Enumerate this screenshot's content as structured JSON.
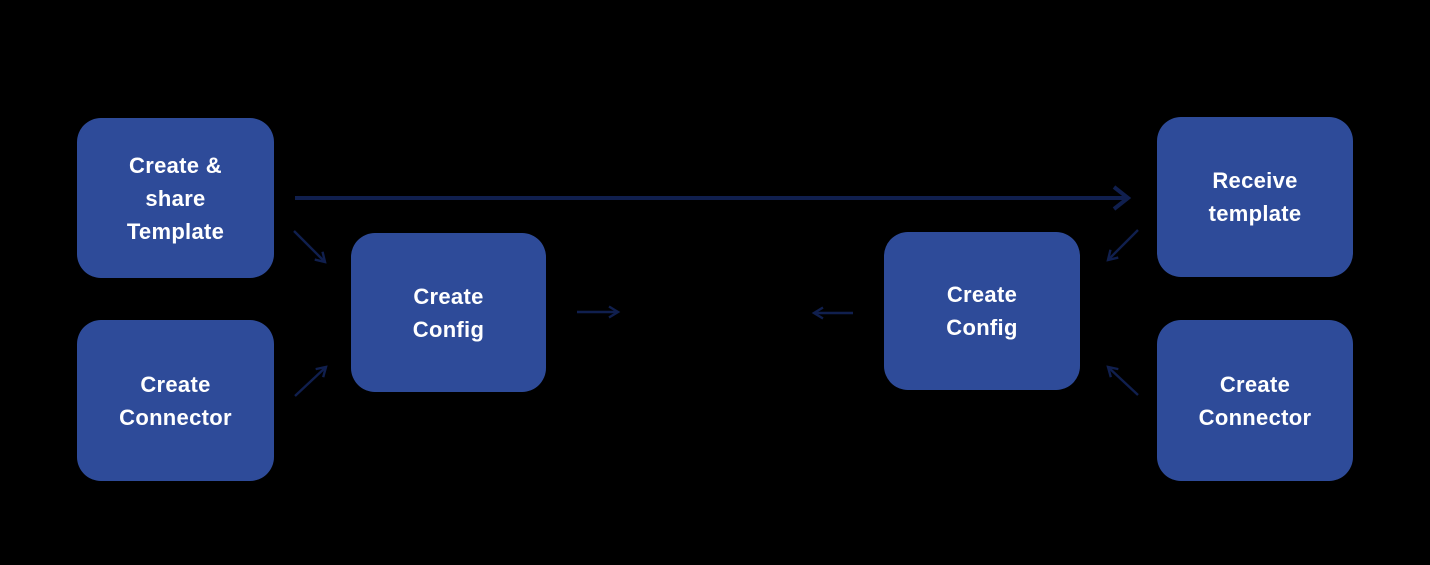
{
  "diagram": {
    "colors": {
      "background": "#000000",
      "node_fill": "#2E4B99",
      "node_text": "#FFFFFF",
      "arrow": "#101F4E"
    },
    "nodes": [
      {
        "id": "create-share-template",
        "lines": [
          "Create &",
          "share",
          "Template"
        ]
      },
      {
        "id": "create-connector-left",
        "lines": [
          "Create",
          "Connector"
        ]
      },
      {
        "id": "create-config-left",
        "lines": [
          "Create",
          "Config"
        ]
      },
      {
        "id": "create-config-right",
        "lines": [
          "Create",
          "Config"
        ]
      },
      {
        "id": "receive-template",
        "lines": [
          "Receive",
          "template"
        ]
      },
      {
        "id": "create-connector-right",
        "lines": [
          "Create",
          "Connector"
        ]
      }
    ],
    "arrows": [
      {
        "from": "create-share-template",
        "to": "receive-template",
        "type": "long-horizontal-right"
      },
      {
        "from": "create-share-template",
        "to": "create-config-left",
        "type": "diagonal-down-right"
      },
      {
        "from": "create-connector-left",
        "to": "create-config-left",
        "type": "diagonal-up-right"
      },
      {
        "from": "create-config-left",
        "to": "center",
        "type": "short-right"
      },
      {
        "from": "create-config-right",
        "to": "center",
        "type": "short-left"
      },
      {
        "from": "receive-template",
        "to": "create-config-right",
        "type": "diagonal-down-left"
      },
      {
        "from": "create-connector-right",
        "to": "create-config-right",
        "type": "diagonal-up-left"
      }
    ]
  }
}
